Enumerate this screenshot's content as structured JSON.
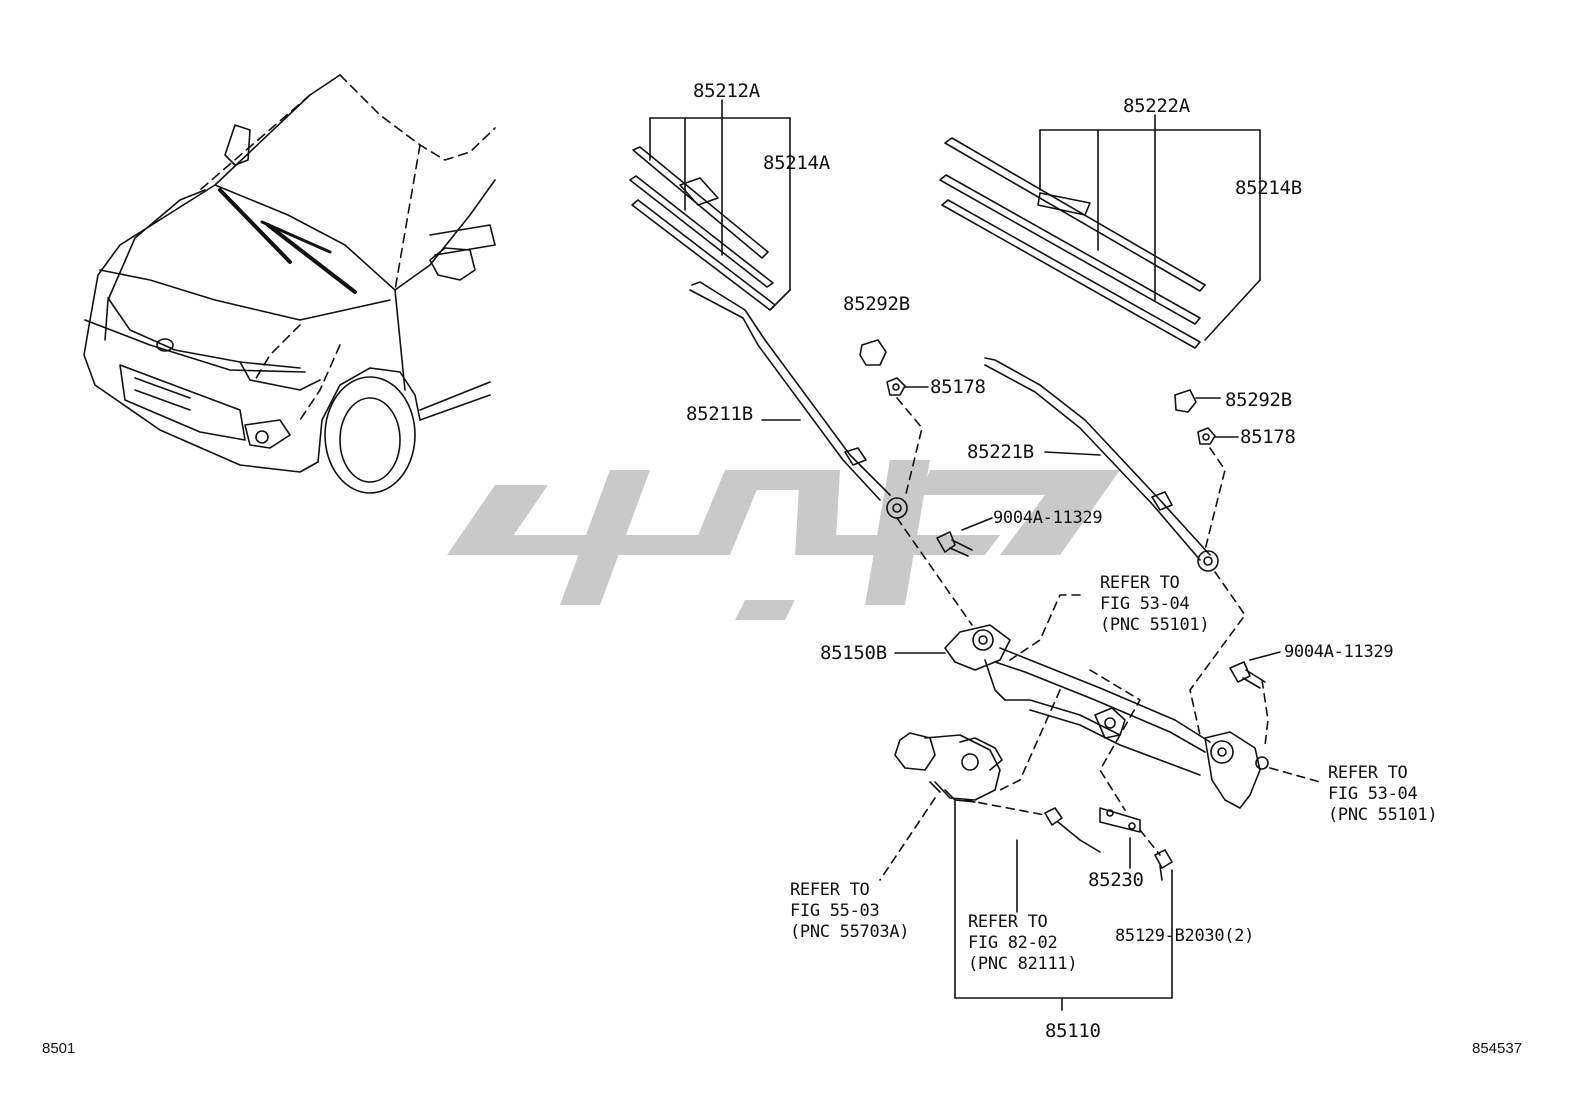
{
  "colors": {
    "ink": "#111111",
    "watermark": "#c9c9c9",
    "background": "#ffffff"
  },
  "labels": {
    "p85212A": "85212A",
    "p85214A": "85214A",
    "p85222A": "85222A",
    "p85214B": "85214B",
    "p85292B_left": "85292B",
    "p85178_left": "85178",
    "p85211B": "85211B",
    "p85221B": "85221B",
    "p85292B_right": "85292B",
    "p85178_right": "85178",
    "p9004A_left": "9004A-11329",
    "p9004A_right": "9004A-11329",
    "p85150B": "85150B",
    "p85230": "85230",
    "p85129": "85129-B2030(2)",
    "p85110": "85110"
  },
  "refs": {
    "ref_53_04_top": [
      "REFER TO",
      "FIG 53-04",
      "(PNC 55101)"
    ],
    "ref_53_04_right": [
      "REFER TO",
      "FIG 53-04",
      "(PNC 55101)"
    ],
    "ref_55_03": [
      "REFER TO",
      "FIG 55-03",
      "(PNC 55703A)"
    ],
    "ref_82_02": [
      "REFER TO",
      "FIG 82-02",
      "(PNC 82111)"
    ]
  },
  "corner": {
    "bottom_left": "8501",
    "bottom_right": "854537"
  }
}
